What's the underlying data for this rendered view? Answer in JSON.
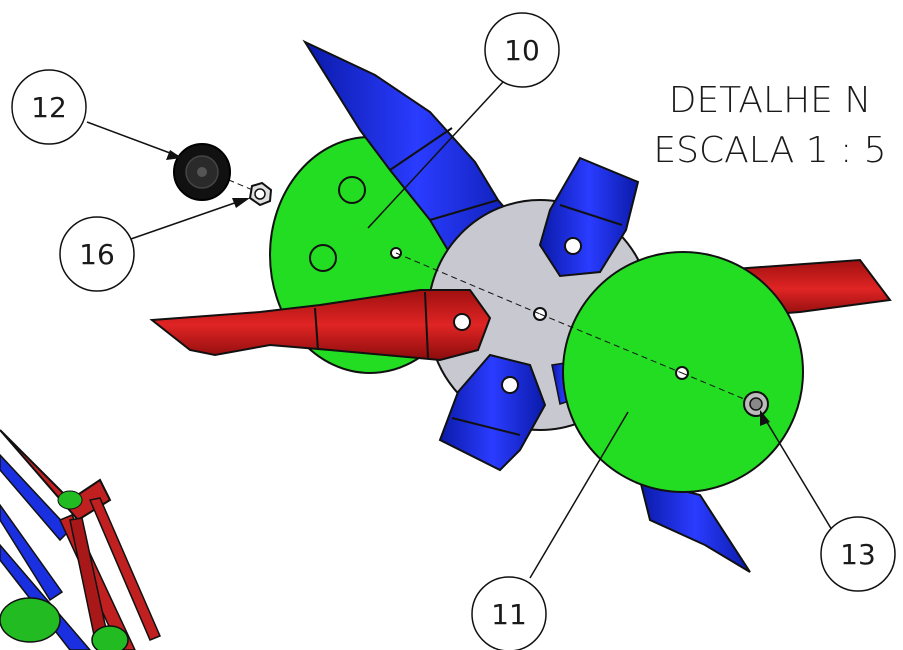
{
  "title": {
    "line1": "DETALHE N",
    "line2": "ESCALA 1 : 5"
  },
  "balloons": [
    {
      "id": "10",
      "label": "10"
    },
    {
      "id": "11",
      "label": "11"
    },
    {
      "id": "12",
      "label": "12"
    },
    {
      "id": "13",
      "label": "13"
    },
    {
      "id": "16",
      "label": "16"
    }
  ],
  "colors": {
    "hub_grey": "#c8c8d0",
    "disc_green": "#22dd22",
    "arm_blue": "#1a2fe0",
    "arm_red": "#d81e1e",
    "fastener_black": "#111111"
  }
}
